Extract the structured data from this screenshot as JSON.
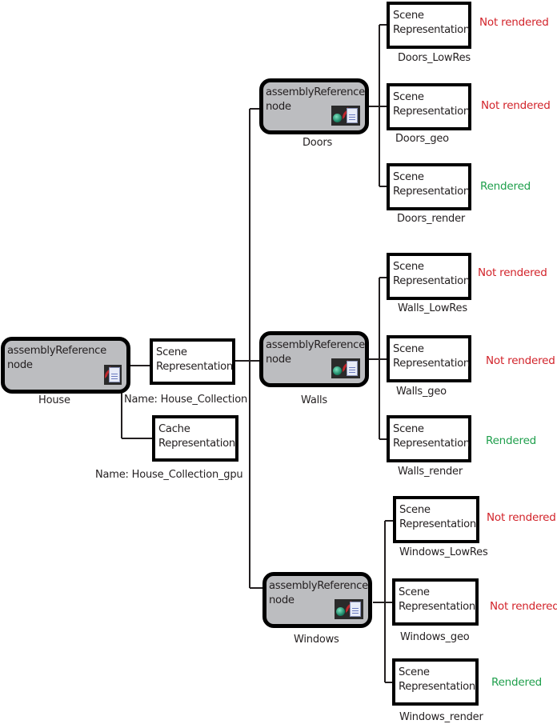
{
  "colors": {
    "not_rendered": "#d2232a",
    "rendered": "#1f9f4c",
    "node_fill": "#bcbdc0",
    "line": "#231f20"
  },
  "root": {
    "node_text_1": "assemblyReference",
    "node_text_2": "node",
    "icon": "reference-file-icon",
    "name": "House",
    "scene_rep": {
      "line1": "Scene",
      "line2": "Representation",
      "name": "Name: House_Collection"
    },
    "cache_rep": {
      "line1": "Cache",
      "line2": "Representation",
      "name": "Name: House_Collection_gpu"
    }
  },
  "children": [
    {
      "node_text_1": "assemblyReference",
      "node_text_2": "node",
      "icon": "assembly-reference-icon",
      "name": "Doors",
      "representations": [
        {
          "line1": "Scene",
          "line2": "Representation",
          "name": "Doors_LowRes",
          "status": "Not rendered",
          "rendered": false
        },
        {
          "line1": "Scene",
          "line2": "Representation",
          "name": "Doors_geo",
          "status": "Not rendered",
          "rendered": false
        },
        {
          "line1": "Scene",
          "line2": "Representation",
          "name": "Doors_render",
          "status": "Rendered",
          "rendered": true
        }
      ]
    },
    {
      "node_text_1": "assemblyReference",
      "node_text_2": "node",
      "icon": "assembly-reference-icon",
      "name": "Walls",
      "representations": [
        {
          "line1": "Scene",
          "line2": "Representation",
          "name": "Walls_LowRes",
          "status": "Not rendered",
          "rendered": false
        },
        {
          "line1": "Scene",
          "line2": "Representation",
          "name": "Walls_geo",
          "status": "Not rendered",
          "rendered": false
        },
        {
          "line1": "Scene",
          "line2": "Representation",
          "name": "Walls_render",
          "status": "Rendered",
          "rendered": true
        }
      ]
    },
    {
      "node_text_1": "assemblyReference",
      "node_text_2": "node",
      "icon": "assembly-reference-icon",
      "name": "Windows",
      "representations": [
        {
          "line1": "Scene",
          "line2": "Representation",
          "name": "Windows_LowRes",
          "status": "Not rendered",
          "rendered": false
        },
        {
          "line1": "Scene",
          "line2": "Representation",
          "name": "Windows_geo",
          "status": "Not rendered",
          "rendered": false
        },
        {
          "line1": "Scene",
          "line2": "Representation",
          "name": "Windows_render",
          "status": "Rendered",
          "rendered": true
        }
      ]
    }
  ]
}
